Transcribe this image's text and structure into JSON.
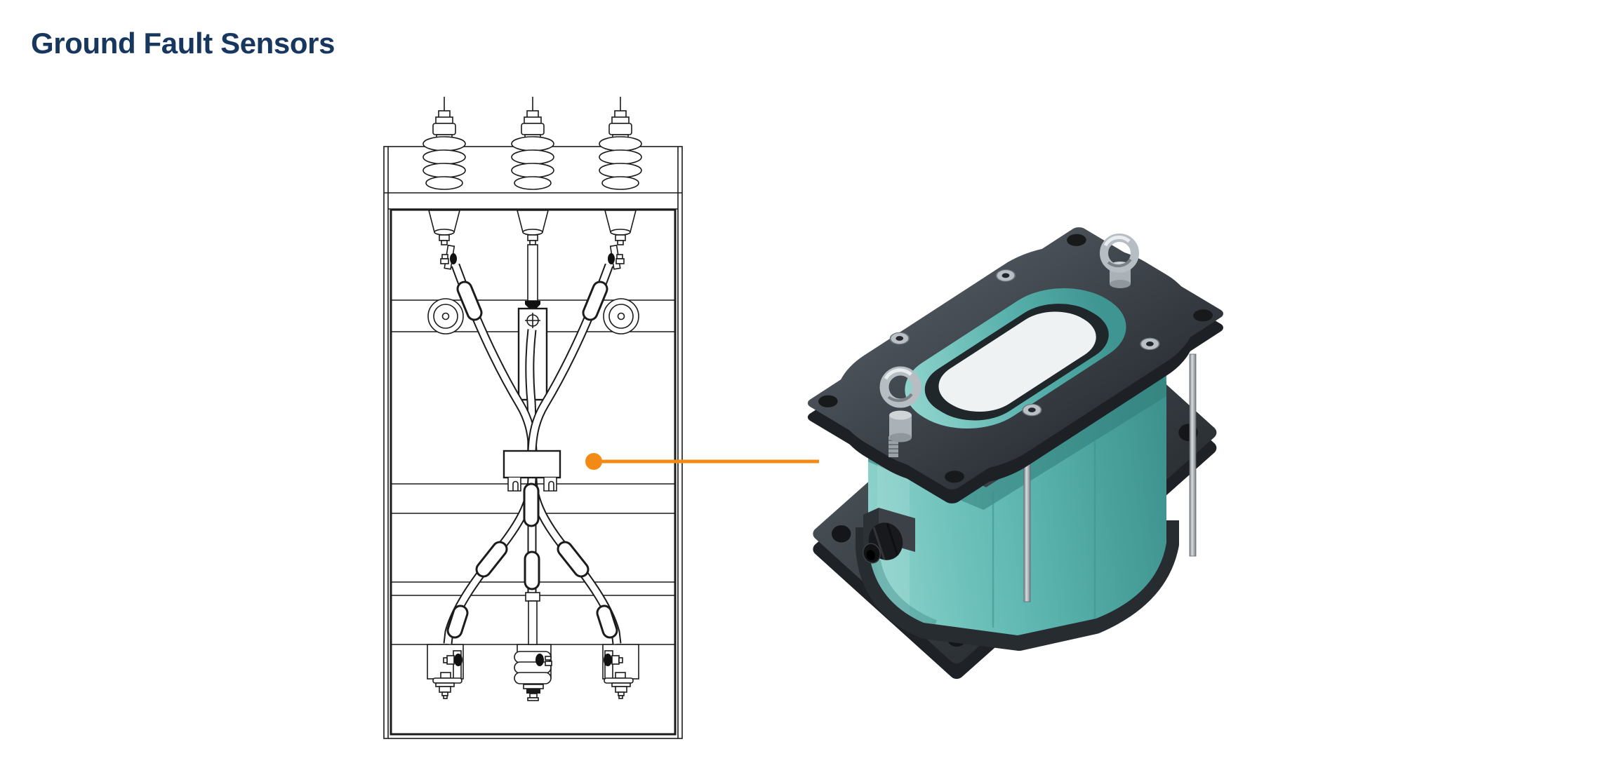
{
  "page": {
    "title": "Ground Fault Sensors",
    "background": "#FFFFFF"
  },
  "colors": {
    "title_navy": "#17375E",
    "accent_orange": "#F28B16",
    "drawing_stroke": "#1B1B1B",
    "sensor_teal": "#5BB3AE",
    "sensor_teal_light": "#8ED2CB",
    "sensor_teal_dark": "#3F938F",
    "plate_charcoal": "#3A4046",
    "plate_charcoal_dark": "#1D2125",
    "steel": "#B9C0C6"
  },
  "illustration": {
    "left_figure": "switchgear-cabinet-line-drawing",
    "right_figure": "ground-fault-sensor-3d-render",
    "callout": "leader-from-sensor-location-to-3d-render"
  }
}
